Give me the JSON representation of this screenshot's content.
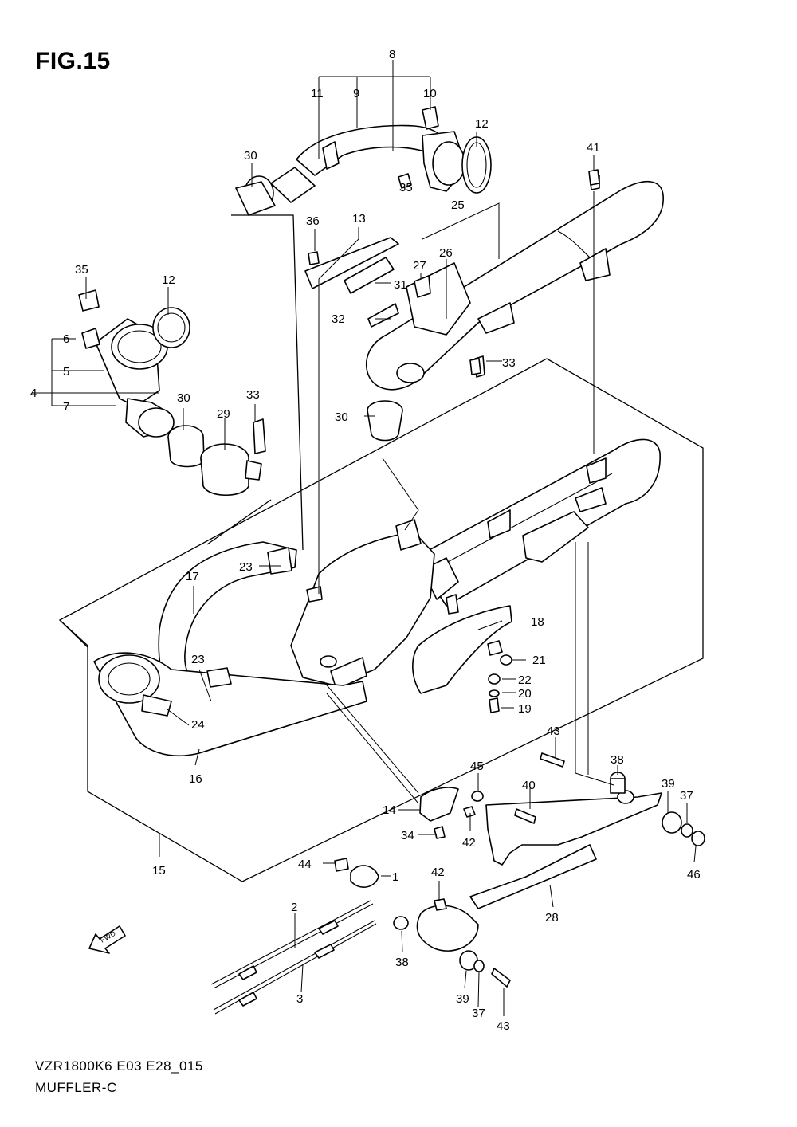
{
  "figure": {
    "title": "FIG.15"
  },
  "footer": {
    "code": "VZR1800K6  E03  E28_015",
    "name": "MUFFLER-C"
  },
  "direction_marker": {
    "label": "FWD",
    "icon": "forward-arrow-icon"
  },
  "callouts": [
    {
      "id": "c8",
      "label": "8"
    },
    {
      "id": "c9",
      "label": "9"
    },
    {
      "id": "c10",
      "label": "10"
    },
    {
      "id": "c11",
      "label": "11"
    },
    {
      "id": "c12a",
      "label": "12"
    },
    {
      "id": "c30a",
      "label": "30"
    },
    {
      "id": "c35a",
      "label": "35"
    },
    {
      "id": "c41",
      "label": "41"
    },
    {
      "id": "c25",
      "label": "25"
    },
    {
      "id": "c26",
      "label": "26"
    },
    {
      "id": "c27",
      "label": "27"
    },
    {
      "id": "c36",
      "label": "36"
    },
    {
      "id": "c13",
      "label": "13"
    },
    {
      "id": "c31",
      "label": "31"
    },
    {
      "id": "c32",
      "label": "32"
    },
    {
      "id": "c33a",
      "label": "33"
    },
    {
      "id": "c30b",
      "label": "30"
    },
    {
      "id": "c35b",
      "label": "35"
    },
    {
      "id": "c12b",
      "label": "12"
    },
    {
      "id": "c6",
      "label": "6"
    },
    {
      "id": "c5",
      "label": "5"
    },
    {
      "id": "c4",
      "label": "4"
    },
    {
      "id": "c7",
      "label": "7"
    },
    {
      "id": "c30c",
      "label": "30"
    },
    {
      "id": "c29",
      "label": "29"
    },
    {
      "id": "c33b",
      "label": "33"
    },
    {
      "id": "c23a",
      "label": "23"
    },
    {
      "id": "c17",
      "label": "17"
    },
    {
      "id": "c23b",
      "label": "23"
    },
    {
      "id": "c24",
      "label": "24"
    },
    {
      "id": "c16",
      "label": "16"
    },
    {
      "id": "c18",
      "label": "18"
    },
    {
      "id": "c21",
      "label": "21"
    },
    {
      "id": "c22",
      "label": "22"
    },
    {
      "id": "c20",
      "label": "20"
    },
    {
      "id": "c19",
      "label": "19"
    },
    {
      "id": "c43a",
      "label": "43"
    },
    {
      "id": "c38a",
      "label": "38"
    },
    {
      "id": "c45",
      "label": "45"
    },
    {
      "id": "c40",
      "label": "40"
    },
    {
      "id": "c39a",
      "label": "39"
    },
    {
      "id": "c37a",
      "label": "37"
    },
    {
      "id": "c46",
      "label": "46"
    },
    {
      "id": "c14",
      "label": "14"
    },
    {
      "id": "c42a",
      "label": "42"
    },
    {
      "id": "c34",
      "label": "34"
    },
    {
      "id": "c15",
      "label": "15"
    },
    {
      "id": "c44",
      "label": "44"
    },
    {
      "id": "c1",
      "label": "1"
    },
    {
      "id": "c42b",
      "label": "42"
    },
    {
      "id": "c28",
      "label": "28"
    },
    {
      "id": "c2",
      "label": "2"
    },
    {
      "id": "c3",
      "label": "3"
    },
    {
      "id": "c38b",
      "label": "38"
    },
    {
      "id": "c39b",
      "label": "39"
    },
    {
      "id": "c37b",
      "label": "37"
    },
    {
      "id": "c43b",
      "label": "43"
    }
  ]
}
